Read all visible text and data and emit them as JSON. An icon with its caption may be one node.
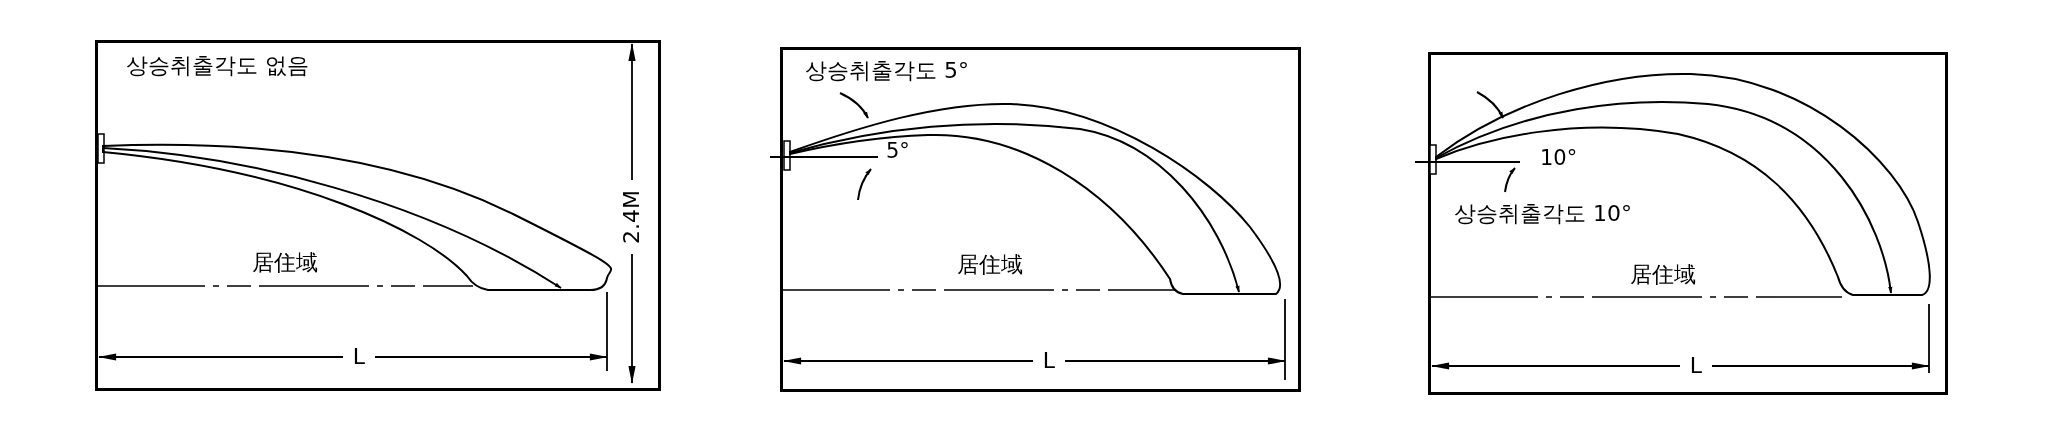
{
  "diagram": {
    "nodes": [
      {
        "text": [
          "상승취출각도 없음"
        ]
      },
      {
        "text": [
          "상승취출각도 5°"
        ]
      },
      {
        "text": [
          "상승취출각도 10°"
        ]
      }
    ],
    "labels": [
      "2.4M",
      "居住域",
      "L",
      "5°",
      "居住域",
      "L",
      "10°",
      "居住域",
      "L"
    ]
  }
}
